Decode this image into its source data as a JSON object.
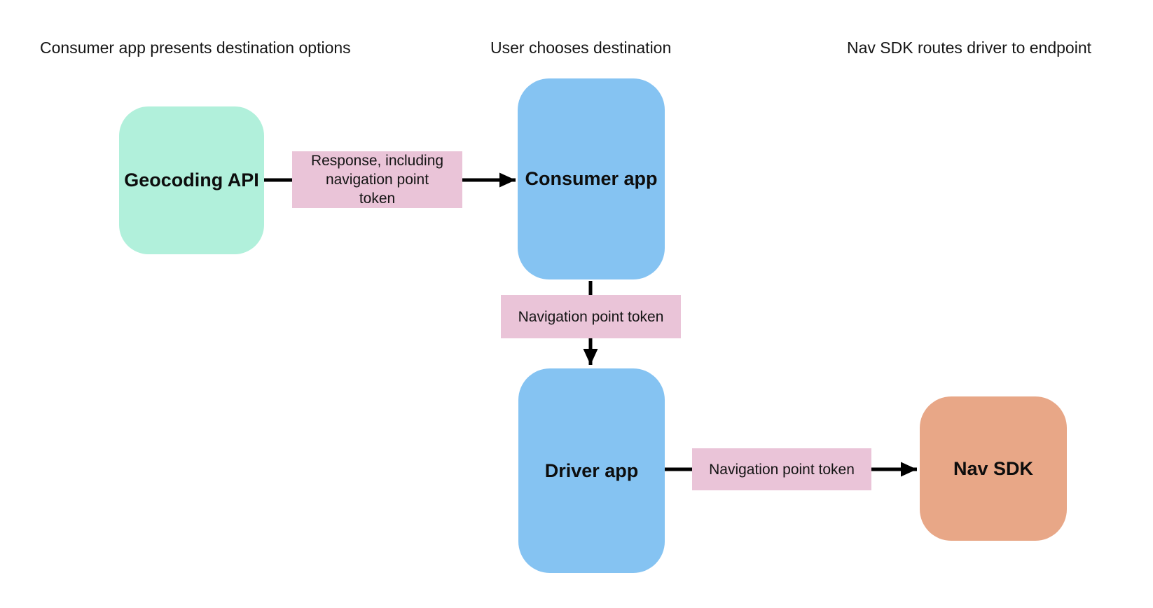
{
  "diagram": {
    "background_color": "#ffffff",
    "arrow_color": "#000000",
    "edge_label_color": "#eac4d8",
    "headings": [
      {
        "label": "Consumer app presents destination options"
      },
      {
        "label": "User chooses destination"
      },
      {
        "label": "Nav SDK routes driver to endpoint"
      }
    ],
    "nodes": [
      {
        "id": "geocoding-api",
        "label": "Geocoding API",
        "fill": "#b1f0db"
      },
      {
        "id": "consumer-app",
        "label": "Consumer app",
        "fill": "#85c3f2"
      },
      {
        "id": "driver-app",
        "label": "Driver app",
        "fill": "#85c3f2"
      },
      {
        "id": "nav-sdk",
        "label": "Nav SDK",
        "fill": "#e8a787"
      }
    ],
    "edge_labels": [
      {
        "label": "Response, including navigation point token"
      },
      {
        "label": "Navigation point token"
      },
      {
        "label": "Navigation point token"
      }
    ],
    "edges": [
      {
        "from": "geocoding-api",
        "to": "consumer-app",
        "label": "Response, including navigation point token"
      },
      {
        "from": "consumer-app",
        "to": "driver-app",
        "label": "Navigation point token"
      },
      {
        "from": "driver-app",
        "to": "nav-sdk",
        "label": "Navigation point token"
      }
    ]
  }
}
